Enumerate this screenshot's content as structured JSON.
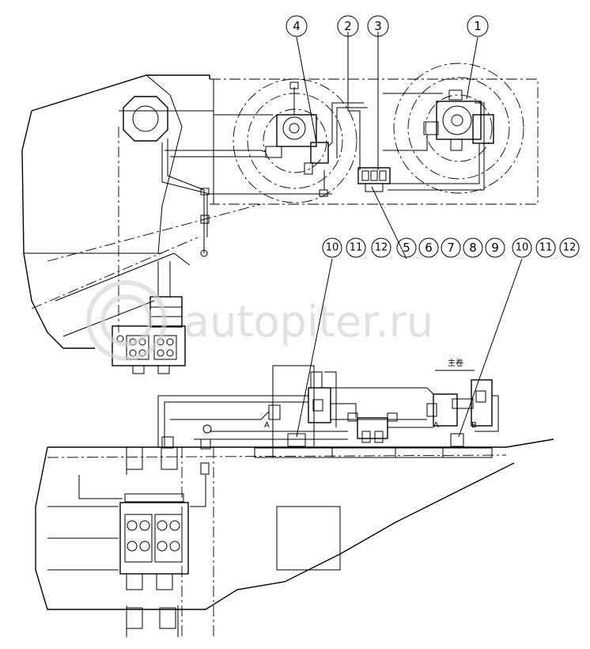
{
  "callouts_top": [
    {
      "id": "c4",
      "label": "4"
    },
    {
      "id": "c2",
      "label": "2"
    },
    {
      "id": "c3",
      "label": "3"
    },
    {
      "id": "c1",
      "label": "1"
    }
  ],
  "callouts_row": [
    {
      "id": "r10a",
      "label": "10"
    },
    {
      "id": "r11a",
      "label": "11"
    },
    {
      "id": "r12a",
      "label": "12"
    },
    {
      "id": "r5",
      "label": "5"
    },
    {
      "id": "r6",
      "label": "6"
    },
    {
      "id": "r7",
      "label": "7"
    },
    {
      "id": "r8",
      "label": "8"
    },
    {
      "id": "r9",
      "label": "9"
    },
    {
      "id": "r10b",
      "label": "10"
    },
    {
      "id": "r11b",
      "label": "11"
    },
    {
      "id": "r12b",
      "label": "12"
    }
  ],
  "labels": {
    "main_winch": "主卷",
    "port_a_left": "A",
    "port_a_right": "A",
    "port_b_right": "B"
  },
  "watermark": {
    "text": "autopiter.ru"
  }
}
